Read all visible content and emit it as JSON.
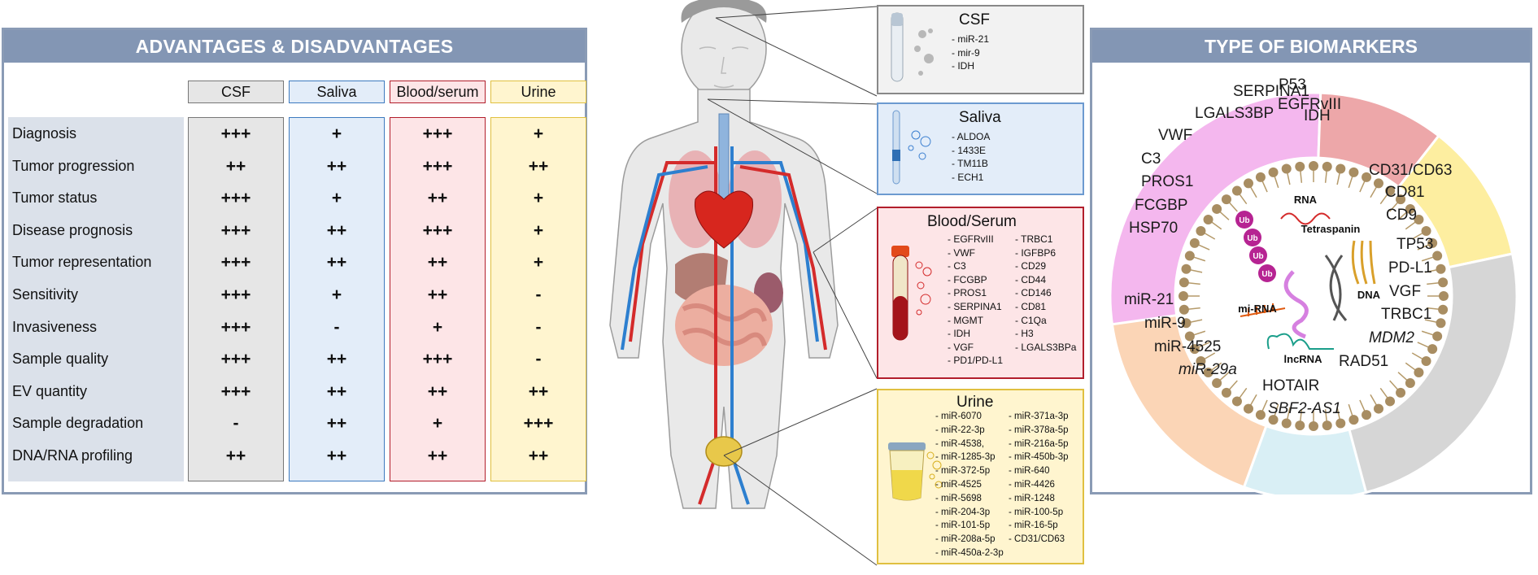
{
  "left": {
    "title": "ADVANTAGES & DISADVANTAGES",
    "columns": [
      "CSF",
      "Saliva",
      "Blood/serum",
      "Urine"
    ],
    "rows": [
      {
        "label": "Diagnosis",
        "values": [
          "+++",
          "+",
          "+++",
          "+"
        ]
      },
      {
        "label": "Tumor progression",
        "values": [
          "++",
          "++",
          "+++",
          "++"
        ]
      },
      {
        "label": "Tumor status",
        "values": [
          "+++",
          "+",
          "++",
          "+"
        ]
      },
      {
        "label": "Disease prognosis",
        "values": [
          "+++",
          "++",
          "+++",
          "+"
        ]
      },
      {
        "label": "Tumor representation",
        "values": [
          "+++",
          "++",
          "++",
          "+"
        ]
      },
      {
        "label": "Sensitivity",
        "values": [
          "+++",
          "+",
          "++",
          "-"
        ]
      },
      {
        "label": "Invasiveness",
        "values": [
          "+++",
          "-",
          "+",
          "-"
        ]
      },
      {
        "label": "Sample quality",
        "values": [
          "+++",
          "++",
          "+++",
          "-"
        ]
      },
      {
        "label": "EV quantity",
        "values": [
          "+++",
          "++",
          "++",
          "++"
        ]
      },
      {
        "label": "Sample degradation",
        "values": [
          "-",
          "++",
          "+",
          "+++"
        ]
      },
      {
        "label": "DNA/RNA profiling",
        "values": [
          "++",
          "++",
          "++",
          "++"
        ]
      }
    ]
  },
  "boxes": {
    "csf": {
      "title": "CSF",
      "items": [
        "- miR-21",
        "- mir-9",
        "- IDH"
      ]
    },
    "saliva": {
      "title": "Saliva",
      "items": [
        "- ALDOA",
        "- 1433E",
        "- TM11B",
        "- ECH1"
      ]
    },
    "blood": {
      "title": "Blood/Serum",
      "col1": [
        "- EGFRvIII",
        "- VWF",
        "- C3",
        "- FCGBP",
        "- PROS1",
        "- SERPINA1",
        "- MGMT",
        "- IDH",
        "- VGF",
        "- PD1/PD-L1"
      ],
      "col2": [
        "- TRBC1",
        "- IGFBP6",
        "- CD29",
        "- CD44",
        "- CD146",
        "- CD81",
        "- C1Qa",
        "- H3",
        "- LGALS3BPa"
      ]
    },
    "urine": {
      "title": "Urine",
      "col1": [
        "- miR-6070",
        "- miR-22-3p",
        "- miR-4538,",
        "- miR-1285-3p",
        "- miR-372-5p",
        "- miR-4525",
        "- miR-5698",
        "- miR-204-3p",
        "- miR-101-5p",
        "- miR-208a-5p",
        "- miR-450a-2-3p"
      ],
      "col2": [
        "- miR-371a-3p",
        "- miR-378a-5p",
        "- miR-216a-5p",
        "- miR-450b-3p",
        "- miR-640",
        "- miR-4426",
        "- miR-1248",
        "- miR-100-5p",
        "- miR-16-5p",
        "- CD31/CD63"
      ]
    }
  },
  "right": {
    "title": "TYPE OF BIOMARKERS",
    "pink": [
      "SERPINA1",
      "LGALS3BP",
      "VWF",
      "C3",
      "PROS1",
      "FCGBP",
      "HSP70"
    ],
    "red": [
      "P53",
      "EGFRvIII",
      "IDH"
    ],
    "yellow": [
      "CD31/CD63",
      "CD81",
      "CD9"
    ],
    "gray": [
      "TP53",
      "PD-L1",
      "VGF",
      "TRBC1",
      "MDM2",
      "RAD51"
    ],
    "cyan": [
      "HOTAIR",
      "SBF2-AS1"
    ],
    "peach": [
      "miR-21",
      "miR-9",
      "miR-4525",
      "miR-29a"
    ],
    "inner": {
      "rna": "RNA",
      "tetraspanin": "Tetraspanin",
      "ub": "Ub",
      "mirna": "mi-RNA",
      "dna": "DNA",
      "lncrna": "lncRNA"
    }
  },
  "colors": {
    "csf": "#e6e6e6",
    "saliva": "#e3edf9",
    "blood": "#fde5e7",
    "urine": "#fff5cf",
    "pink": "#f4b7ee",
    "red": "#eda7a9",
    "yellow": "#fdeea0",
    "gray": "#d6d6d6",
    "cyan": "#d9eff5",
    "peach": "#fbd5b6"
  }
}
